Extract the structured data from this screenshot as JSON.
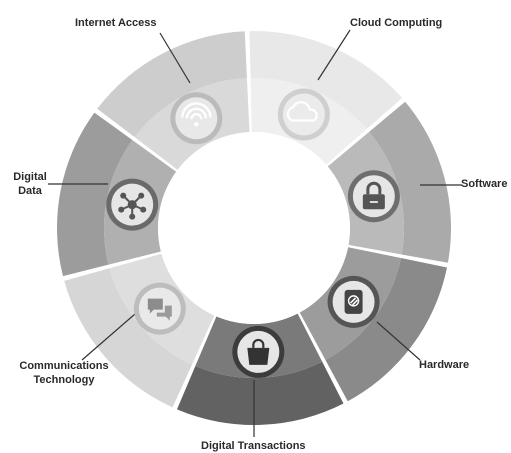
{
  "segments": [
    {
      "label": "Cloud Computing",
      "icon": "cloud-icon",
      "outer": "#e8e8e8",
      "inner": "#efefef",
      "icon_ring": "#cfcfcf",
      "icon_bg": "#ebebeb",
      "icon_fg": "#ffffff"
    },
    {
      "label": "Software",
      "icon": "lock-icon",
      "outer": "#aaaaaa",
      "inner": "#bababa",
      "icon_ring": "#6e6e6e",
      "icon_bg": "#e6e6e6",
      "icon_fg": "#555555"
    },
    {
      "label": "Hardware",
      "icon": "hard-drive-icon",
      "outer": "#8a8a8a",
      "inner": "#9c9c9c",
      "icon_ring": "#555555",
      "icon_bg": "#e6e6e6",
      "icon_fg": "#444444"
    },
    {
      "label": "Digital Transactions",
      "icon": "shopping-bag-icon",
      "outer": "#626262",
      "inner": "#7a7a7a",
      "icon_ring": "#3c3c3c",
      "icon_bg": "#e6e6e6",
      "icon_fg": "#333333"
    },
    {
      "label": "Communications Technology",
      "icon": "chat-icon",
      "outer": "#d6d6d6",
      "inner": "#dedede",
      "icon_ring": "#bdbdbd",
      "icon_bg": "#e9e9e9",
      "icon_fg": "#8c8c8c"
    },
    {
      "label": "Digital Data",
      "icon": "network-icon",
      "outer": "#9c9c9c",
      "inner": "#b0b0b0",
      "icon_ring": "#6a6a6a",
      "icon_bg": "#e6e6e6",
      "icon_fg": "#555555"
    },
    {
      "label": "Internet Access",
      "icon": "wifi-icon",
      "outer": "#cdcdcd",
      "inner": "#d9d9d9",
      "icon_ring": "#bbbbbb",
      "icon_bg": "#e8e8e8",
      "icon_fg": "#ffffff"
    }
  ],
  "labels": {
    "cloud": "Cloud Computing",
    "software": "Software",
    "hardware": "Hardware",
    "transactions": "Digital Transactions",
    "comms_line1": "Communications",
    "comms_line2": "Technology",
    "data_line1": "Digital",
    "data_line2": "Data",
    "internet": "Internet Access"
  }
}
